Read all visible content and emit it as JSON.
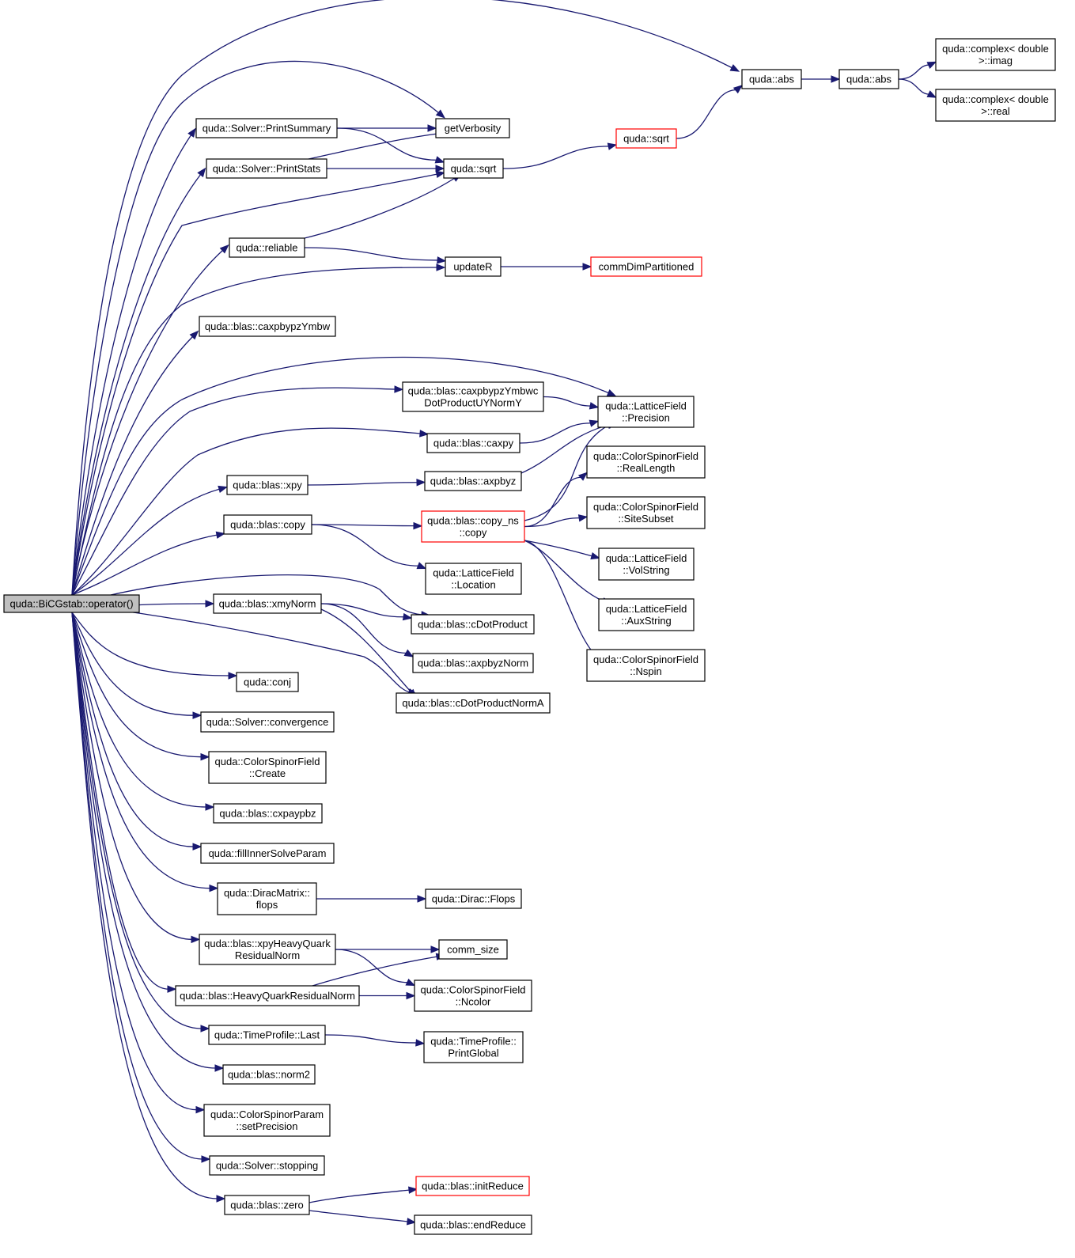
{
  "diagram": {
    "colors": {
      "edge": "#191970",
      "node_border": "#000000",
      "truncated_border": "#ff0000",
      "root_fill": "#bfbfbf",
      "node_fill": "#ffffff"
    },
    "nodes": [
      {
        "id": "root",
        "lines": [
          "quda::BiCGstab::operator()"
        ],
        "root": true
      },
      {
        "id": "printsummary",
        "lines": [
          "quda::Solver::PrintSummary"
        ]
      },
      {
        "id": "printstats",
        "lines": [
          "quda::Solver::PrintStats"
        ]
      },
      {
        "id": "reliable",
        "lines": [
          "quda::reliable"
        ]
      },
      {
        "id": "caxpbypzYmbw",
        "lines": [
          "quda::blas::caxpbypzYmbw"
        ]
      },
      {
        "id": "caxpbypzYmbwc",
        "lines": [
          "quda::blas::caxpbypzYmbwc",
          "DotProductUYNormY"
        ]
      },
      {
        "id": "caxpy",
        "lines": [
          "quda::blas::caxpy"
        ]
      },
      {
        "id": "xpy",
        "lines": [
          "quda::blas::xpy"
        ]
      },
      {
        "id": "copy",
        "lines": [
          "quda::blas::copy"
        ]
      },
      {
        "id": "xmyNorm",
        "lines": [
          "quda::blas::xmyNorm"
        ]
      },
      {
        "id": "conj",
        "lines": [
          "quda::conj"
        ]
      },
      {
        "id": "convergence",
        "lines": [
          "quda::Solver::convergence"
        ]
      },
      {
        "id": "create",
        "lines": [
          "quda::ColorSpinorField",
          "::Create"
        ]
      },
      {
        "id": "cxpaypbz",
        "lines": [
          "quda::blas::cxpaypbz"
        ]
      },
      {
        "id": "fillinner",
        "lines": [
          "quda::fillInnerSolveParam"
        ]
      },
      {
        "id": "diracflops",
        "lines": [
          "quda::DiracMatrix::",
          "flops"
        ]
      },
      {
        "id": "xpyHQ",
        "lines": [
          "quda::blas::xpyHeavyQuark",
          "ResidualNorm"
        ]
      },
      {
        "id": "HQ",
        "lines": [
          "quda::blas::HeavyQuarkResidualNorm"
        ]
      },
      {
        "id": "tplast",
        "lines": [
          "quda::TimeProfile::Last"
        ]
      },
      {
        "id": "norm2",
        "lines": [
          "quda::blas::norm2"
        ]
      },
      {
        "id": "setprec",
        "lines": [
          "quda::ColorSpinorParam",
          "::setPrecision"
        ]
      },
      {
        "id": "stopping",
        "lines": [
          "quda::Solver::stopping"
        ]
      },
      {
        "id": "zero",
        "lines": [
          "quda::blas::zero"
        ]
      },
      {
        "id": "getverb",
        "lines": [
          "getVerbosity"
        ]
      },
      {
        "id": "sqrt1",
        "lines": [
          "quda::sqrt"
        ]
      },
      {
        "id": "updateR",
        "lines": [
          "updateR"
        ]
      },
      {
        "id": "lfprec",
        "lines": [
          "quda::LatticeField",
          "::Precision"
        ]
      },
      {
        "id": "axpbyz",
        "lines": [
          "quda::blas::axpbyz"
        ]
      },
      {
        "id": "copyns",
        "lines": [
          "quda::blas::copy_ns",
          "::copy"
        ],
        "truncated": true
      },
      {
        "id": "lfloc",
        "lines": [
          "quda::LatticeField",
          "::Location"
        ]
      },
      {
        "id": "cdot",
        "lines": [
          "quda::blas::cDotProduct"
        ]
      },
      {
        "id": "axpbyzNorm",
        "lines": [
          "quda::blas::axpbyzNorm"
        ]
      },
      {
        "id": "cdotnorm",
        "lines": [
          "quda::blas::cDotProductNormA"
        ]
      },
      {
        "id": "diracFlops",
        "lines": [
          "quda::Dirac::Flops"
        ]
      },
      {
        "id": "commsize",
        "lines": [
          "comm_size"
        ]
      },
      {
        "id": "ncolor",
        "lines": [
          "quda::ColorSpinorField",
          "::Ncolor"
        ]
      },
      {
        "id": "printglobal",
        "lines": [
          "quda::TimeProfile::",
          "PrintGlobal"
        ]
      },
      {
        "id": "initreduce",
        "lines": [
          "quda::blas::initReduce"
        ],
        "truncated": true
      },
      {
        "id": "endreduce",
        "lines": [
          "quda::blas::endReduce"
        ]
      },
      {
        "id": "abs1",
        "lines": [
          "quda::abs"
        ]
      },
      {
        "id": "sqrt2",
        "lines": [
          "quda::sqrt"
        ],
        "truncated": true
      },
      {
        "id": "commdim",
        "lines": [
          "commDimPartitioned"
        ],
        "truncated": true
      },
      {
        "id": "reallen",
        "lines": [
          "quda::ColorSpinorField",
          "::RealLength"
        ]
      },
      {
        "id": "sitesub",
        "lines": [
          "quda::ColorSpinorField",
          "::SiteSubset"
        ]
      },
      {
        "id": "volstr",
        "lines": [
          "quda::LatticeField",
          "::VolString"
        ]
      },
      {
        "id": "auxstr",
        "lines": [
          "quda::LatticeField",
          "::AuxString"
        ]
      },
      {
        "id": "nspin",
        "lines": [
          "quda::ColorSpinorField",
          "::Nspin"
        ]
      },
      {
        "id": "abs2",
        "lines": [
          "quda::abs"
        ]
      },
      {
        "id": "cimag",
        "lines": [
          "quda::complex< double",
          " >::imag"
        ]
      },
      {
        "id": "creal",
        "lines": [
          "quda::complex< double",
          " >::real"
        ]
      }
    ],
    "edges": [
      [
        "root",
        "abs1"
      ],
      [
        "root",
        "getverb"
      ],
      [
        "root",
        "printsummary"
      ],
      [
        "root",
        "printstats"
      ],
      [
        "root",
        "sqrt1"
      ],
      [
        "root",
        "reliable"
      ],
      [
        "root",
        "updateR"
      ],
      [
        "root",
        "caxpbypzYmbw"
      ],
      [
        "root",
        "lfprec"
      ],
      [
        "root",
        "caxpbypzYmbwc"
      ],
      [
        "root",
        "caxpy"
      ],
      [
        "root",
        "xpy"
      ],
      [
        "root",
        "copy"
      ],
      [
        "root",
        "cdot"
      ],
      [
        "root",
        "xmyNorm"
      ],
      [
        "root",
        "cdotnorm"
      ],
      [
        "root",
        "conj"
      ],
      [
        "root",
        "convergence"
      ],
      [
        "root",
        "create"
      ],
      [
        "root",
        "cxpaypbz"
      ],
      [
        "root",
        "fillinner"
      ],
      [
        "root",
        "diracflops"
      ],
      [
        "root",
        "xpyHQ"
      ],
      [
        "root",
        "HQ"
      ],
      [
        "root",
        "tplast"
      ],
      [
        "root",
        "norm2"
      ],
      [
        "root",
        "setprec"
      ],
      [
        "root",
        "stopping"
      ],
      [
        "root",
        "zero"
      ],
      [
        "printsummary",
        "getverb"
      ],
      [
        "printsummary",
        "sqrt1"
      ],
      [
        "printstats",
        "getverb"
      ],
      [
        "printstats",
        "sqrt1"
      ],
      [
        "reliable",
        "sqrt1"
      ],
      [
        "reliable",
        "updateR"
      ],
      [
        "caxpbypzYmbwc",
        "lfprec"
      ],
      [
        "caxpy",
        "lfprec"
      ],
      [
        "xpy",
        "axpbyz"
      ],
      [
        "copy",
        "copyns"
      ],
      [
        "copy",
        "lfloc"
      ],
      [
        "xmyNorm",
        "cdot"
      ],
      [
        "xmyNorm",
        "axpbyzNorm"
      ],
      [
        "xmyNorm",
        "cdotnorm"
      ],
      [
        "diracflops",
        "diracFlops"
      ],
      [
        "xpyHQ",
        "commsize"
      ],
      [
        "xpyHQ",
        "ncolor"
      ],
      [
        "HQ",
        "commsize"
      ],
      [
        "HQ",
        "ncolor"
      ],
      [
        "tplast",
        "printglobal"
      ],
      [
        "zero",
        "initreduce"
      ],
      [
        "zero",
        "endreduce"
      ],
      [
        "sqrt1",
        "sqrt2"
      ],
      [
        "sqrt2",
        "abs1"
      ],
      [
        "updateR",
        "commdim"
      ],
      [
        "axpbyz",
        "lfprec"
      ],
      [
        "copyns",
        "lfprec"
      ],
      [
        "copyns",
        "reallen"
      ],
      [
        "copyns",
        "sitesub"
      ],
      [
        "copyns",
        "volstr"
      ],
      [
        "copyns",
        "auxstr"
      ],
      [
        "copyns",
        "nspin"
      ],
      [
        "abs1",
        "abs2"
      ],
      [
        "abs2",
        "cimag"
      ],
      [
        "abs2",
        "creal"
      ]
    ]
  }
}
